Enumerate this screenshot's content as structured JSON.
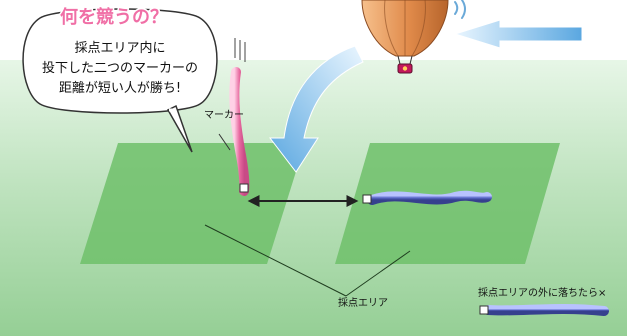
{
  "title": "何を競うの？",
  "bubble": {
    "line1": "採点エリア内に",
    "line2": "投下した二つのマーカーの",
    "line3": "距離が短い人が勝ち!"
  },
  "labels": {
    "marker": "マーカー",
    "scoring_area": "採点エリア",
    "outside_note": "採点エリアの外に落ちたら×"
  },
  "colors": {
    "sky": "#ffffff",
    "field_top": "#cfe9cf",
    "field_bottom": "#8fce8f",
    "area": "#6fbf6a",
    "title": "#f06fa6",
    "marker_pink": "#e86aa0",
    "marker_blue": "#5a67c8",
    "arrow_blue": "#5aa7e0",
    "balloon": "#e08a4a"
  }
}
